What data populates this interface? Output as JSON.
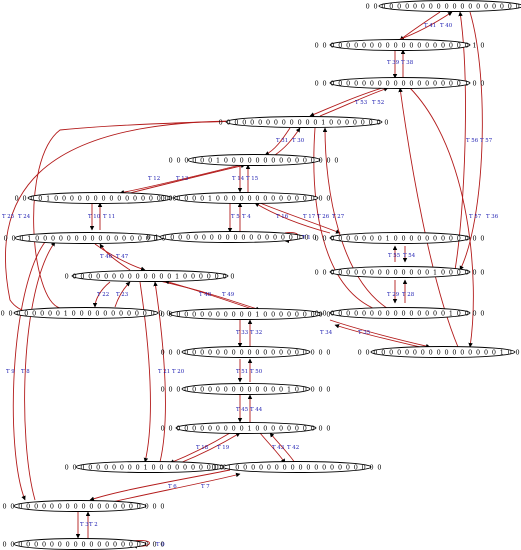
{
  "diagram": {
    "nodes": [
      {
        "id": "n1",
        "label": "0 0 0 0 0 0 0 0 0 0 0 0 0 0 0 0 0 0 0 0 0 1"
      },
      {
        "id": "n2",
        "label": "0 0 0 0 0 0 0 0 0 0 0 0 0 0 0 0 0 0 0 0 1 0"
      },
      {
        "id": "n3",
        "label": "0 0 0 0 0 0 0 0 0 0 0 0 0 0 0 0 0 0 0 1 0 0"
      },
      {
        "id": "n4",
        "label": "0 0 0 0 0 0 0 0 0 0 0 0 0 1 0 0 0 0 0 0 0 0"
      },
      {
        "id": "n5",
        "label": "0 0 0 0 0 0 1 0 0 0 0 0 0 0 0 0 0 0 0 0 0 0"
      },
      {
        "id": "n6",
        "label": "0 0 0 0 1 0 0 0 0 0 0 0 0 0 0 0 0 0 0 0 0 0"
      },
      {
        "id": "n7",
        "label": "0 0 0 0 0 0 1 0 0 0 0 0 0 0 0 0 0 0 0 0 0 0"
      },
      {
        "id": "n8",
        "label": "0 0 0 1 0 0 0 0 0 0 0 0 0 0 0 0 0 0 0 0 0 0"
      },
      {
        "id": "n9",
        "label": "0 1 0 0 0 0 0 0 0 0 0 0 0 0 0 0 0 0 0 0 0 0"
      },
      {
        "id": "n10",
        "label": "0 0 0 0 0 0 0 0 0 1 0 0 0 0 0 0 0 0 0 0 0 0"
      },
      {
        "id": "n11",
        "label": "0 0 0 0 0 0 0 0 0 0 0 0 0 0 0 1 0 0 0 0 0 0"
      },
      {
        "id": "n12",
        "label": "0 0 0 0 0 0 0 0 1 0 0 0 0 0 0 0 0 0 0 0 0 0"
      },
      {
        "id": "n13",
        "label": "0 0 0 0 0 0 0 0 0 0 0 0 0 0 1 0 0 0 0 0 0 0"
      },
      {
        "id": "n14",
        "label": "0 0 0 0 0 0 0 0 0 0 0 0 1 0 0 0 0 0 0 0 0 0"
      },
      {
        "id": "n15",
        "label": "0 0 0 0 0 0 0 0 0 0 0 0 0 0 0 0 0 0 1 0 0 0"
      },
      {
        "id": "n16",
        "label": "0 0 0 0 0 0 0 0 0 0 0 0 0 0 0 0 0 1 0 0 0 0"
      },
      {
        "id": "n17",
        "label": "0 0 0 0 0 0 0 0 0 0 0 0 0 0 0 0 0 0 0 0 0 0"
      },
      {
        "id": "n18",
        "label": "0 0 0 0 0 0 0 0 0 0 0 0 0 0 0 0 1 0 0 0 0 0"
      },
      {
        "id": "n19",
        "label": "0 0 0 0 0 0 0 0 0 0 0 1 0 0 0 0 0 0 0 0 0 0"
      },
      {
        "id": "n20",
        "label": "0 0 0 0 0 0 0 0 0 0 1 0 0 0 0 0 0 0 0 0 0 0"
      },
      {
        "id": "n21",
        "label": "0 0 1 0 0 0 0 0 0 0 0 0 0 0 0 0 0 0 0 0 0 0"
      },
      {
        "id": "n22",
        "label": "0 0 0 0 0 0 0 0 0 0 0 0 0 0 0 0 0 0 0 0 0 0"
      },
      {
        "id": "n23",
        "label": "1 0 0 0 0 0 0 0 0 0 0 0 0 0 0 0 0 0 0 0 0 0"
      }
    ],
    "edge_labels": [
      {
        "id": "t41",
        "text": "T 41"
      },
      {
        "id": "t40",
        "text": "T 40"
      },
      {
        "id": "t39",
        "text": "T 39"
      },
      {
        "id": "t38",
        "text": "T 38"
      },
      {
        "id": "t53",
        "text": "T 53"
      },
      {
        "id": "t52",
        "text": "T 52"
      },
      {
        "id": "t56",
        "text": "T 56"
      },
      {
        "id": "t57a",
        "text": "T 57"
      },
      {
        "id": "t31",
        "text": "T 31"
      },
      {
        "id": "t30",
        "text": "T 30"
      },
      {
        "id": "t12",
        "text": "T 12"
      },
      {
        "id": "t13",
        "text": "T 13"
      },
      {
        "id": "t14",
        "text": "T 14"
      },
      {
        "id": "t15",
        "text": "T 15"
      },
      {
        "id": "t25",
        "text": "T 25"
      },
      {
        "id": "t24",
        "text": "T 24"
      },
      {
        "id": "t10",
        "text": "T 10"
      },
      {
        "id": "t11",
        "text": "T 11"
      },
      {
        "id": "t5",
        "text": "T 5"
      },
      {
        "id": "t4",
        "text": "T 4"
      },
      {
        "id": "t16",
        "text": "T 16"
      },
      {
        "id": "t17",
        "text": "T 17"
      },
      {
        "id": "t26",
        "text": "T 26"
      },
      {
        "id": "t27",
        "text": "T 27"
      },
      {
        "id": "t1",
        "text": "T 1"
      },
      {
        "id": "t57b",
        "text": "T 57"
      },
      {
        "id": "t36",
        "text": "T 36"
      },
      {
        "id": "t55",
        "text": "T 55"
      },
      {
        "id": "t54",
        "text": "T 54"
      },
      {
        "id": "t46",
        "text": "T 46"
      },
      {
        "id": "t47",
        "text": "T 47"
      },
      {
        "id": "t48",
        "text": "T 48"
      },
      {
        "id": "t49",
        "text": "T 49"
      },
      {
        "id": "t22",
        "text": "T 22"
      },
      {
        "id": "t23",
        "text": "T 23"
      },
      {
        "id": "t29",
        "text": "T 29"
      },
      {
        "id": "t28",
        "text": "T 28"
      },
      {
        "id": "t34",
        "text": "T 34"
      },
      {
        "id": "t35",
        "text": "T 35"
      },
      {
        "id": "t33",
        "text": "T 33"
      },
      {
        "id": "t32",
        "text": "T 32"
      },
      {
        "id": "t9",
        "text": "T 9"
      },
      {
        "id": "t8",
        "text": "T 8"
      },
      {
        "id": "t21",
        "text": "T 21"
      },
      {
        "id": "t20",
        "text": "T 20"
      },
      {
        "id": "t51",
        "text": "T 51"
      },
      {
        "id": "t50",
        "text": "T 50"
      },
      {
        "id": "t45",
        "text": "T 45"
      },
      {
        "id": "t44",
        "text": "T 44"
      },
      {
        "id": "t18",
        "text": "T 18"
      },
      {
        "id": "t19",
        "text": "T 19"
      },
      {
        "id": "t43",
        "text": "T 43"
      },
      {
        "id": "t42",
        "text": "T 42"
      },
      {
        "id": "t6",
        "text": "T 6"
      },
      {
        "id": "t7",
        "text": "T 7"
      },
      {
        "id": "t3",
        "text": "T 3"
      },
      {
        "id": "t2",
        "text": "T 2"
      },
      {
        "id": "t0",
        "text": "T 0"
      }
    ]
  },
  "colors": {
    "edge": "#b31b1b",
    "edge_label": "#1a1ab0",
    "node_stroke": "#000000",
    "background": "#ffffff"
  }
}
